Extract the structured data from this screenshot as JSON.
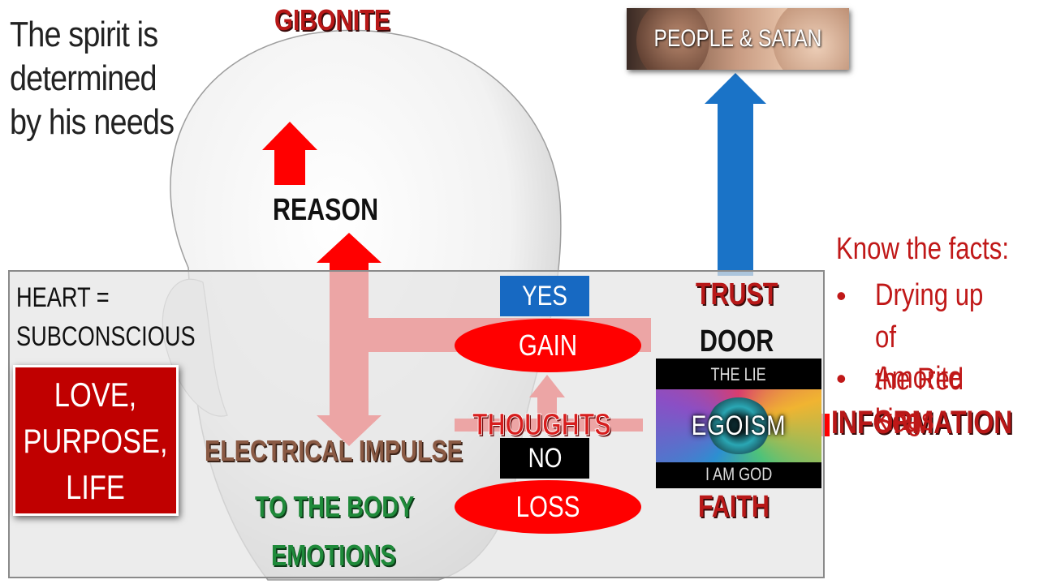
{
  "intro_text": "The spirit is\ndetermined\nby his needs",
  "top_label": "GIBONITE",
  "banner": {
    "label": "PEOPLE & SATAN"
  },
  "heart": {
    "label": "HEART =\nSUBCONSCIOUS",
    "core": "LOVE,\nPURPOSE,\nLIFE"
  },
  "mind": {
    "reason": "REASON",
    "impulse": "ELECTRICAL IMPULSE",
    "to_body": "TO THE BODY",
    "emotions": "EMOTIONS",
    "thoughts": "THOUGHTS"
  },
  "decision": {
    "yes": "YES",
    "gain": "GAIN",
    "no": "NO",
    "loss": "LOSS"
  },
  "door": {
    "trust": "TRUST",
    "door": "DOOR",
    "faith": "FAITH",
    "lie": "THE LIE",
    "egoism": "EGOISM",
    "i_am_god": "I AM GOD"
  },
  "information": "INFORMATION",
  "facts": {
    "title": "Know the facts:",
    "items": [
      "Drying up of\nthe Red Sea",
      "Amorite kings"
    ]
  },
  "colors": {
    "red_arrow": "#ff0000",
    "blue_arrow": "#1a73c7",
    "dark_red_text": "#b81818",
    "green_text": "#1f8a3a",
    "brown_text": "#8a5a44",
    "love_box": "#c00000",
    "yes_box": "#1769c2"
  }
}
